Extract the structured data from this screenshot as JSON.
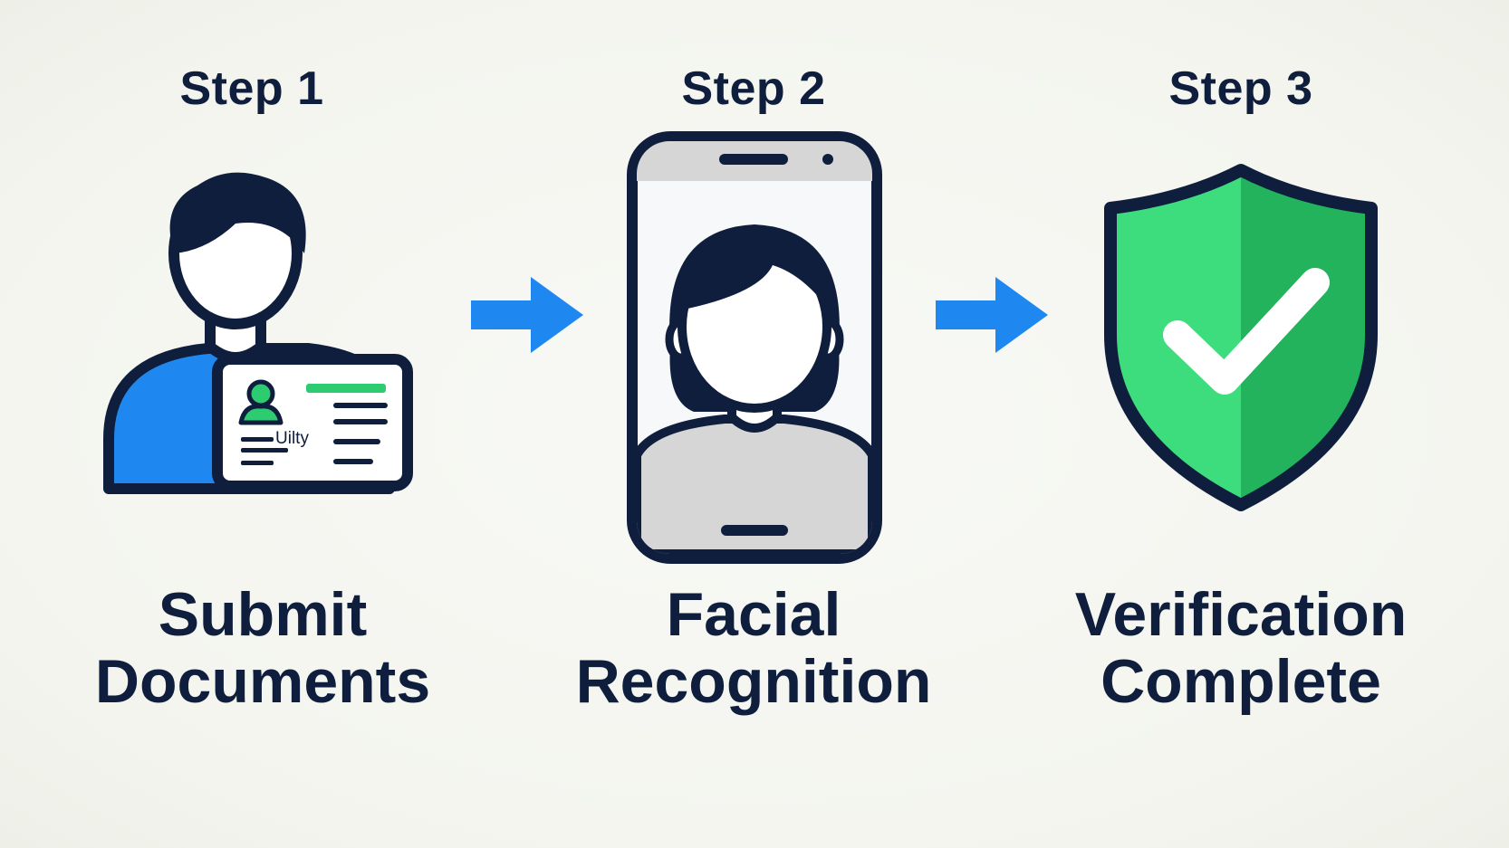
{
  "steps": [
    {
      "label": "Step 1",
      "caption_line1": "Submit",
      "caption_line2": "Documents",
      "card_text": "Uilty"
    },
    {
      "label": "Step 2",
      "caption_line1": "Facial",
      "caption_line2": "Recognition"
    },
    {
      "label": "Step 3",
      "caption_line1": "Verification",
      "caption_line2": "Complete"
    }
  ],
  "colors": {
    "navy": "#0f1e3d",
    "blue": "#1e88f0",
    "green": "#2ecc71",
    "green_dark": "#22b35c",
    "gray": "#d6d6d6",
    "screen": "#f7f8fa"
  },
  "icons": [
    "person-with-id-card-icon",
    "arrow-right-icon",
    "smartphone-face-icon",
    "arrow-right-icon",
    "shield-check-icon"
  ]
}
